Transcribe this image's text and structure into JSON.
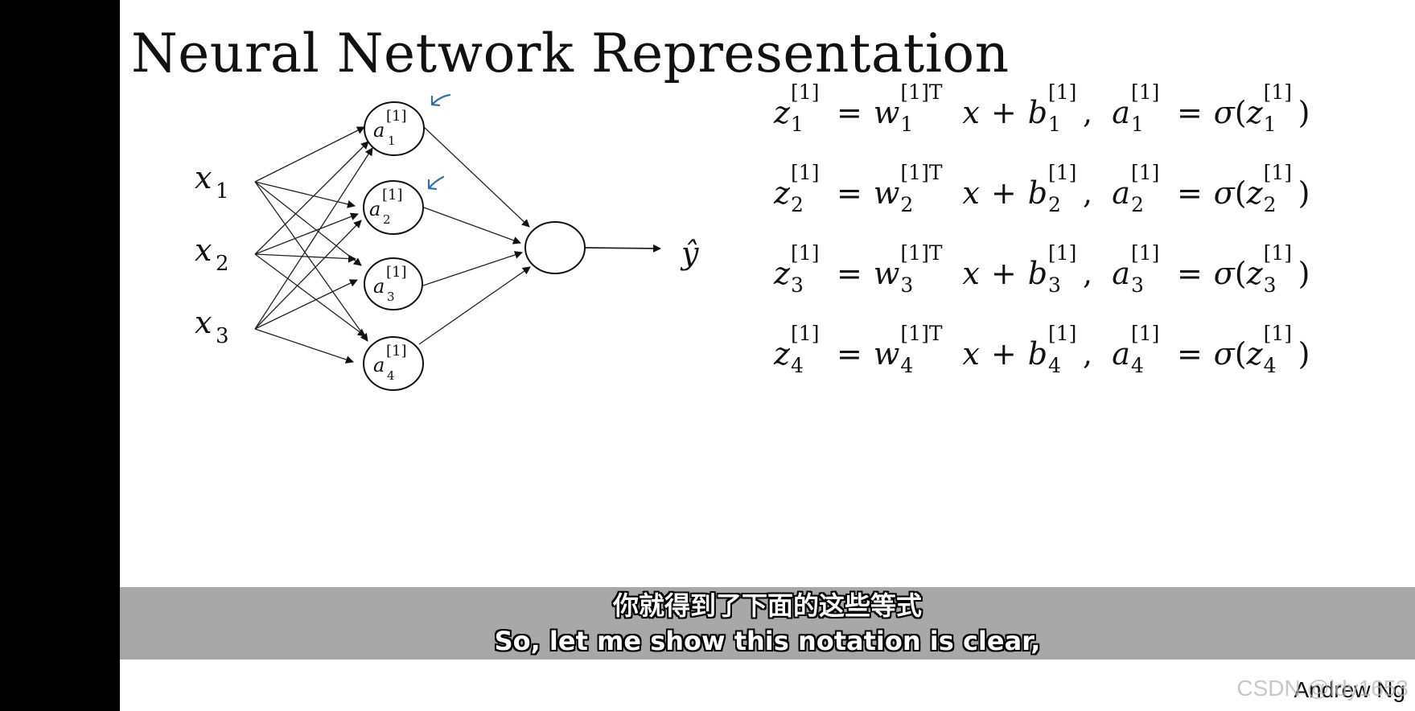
{
  "slide": {
    "title": "Neural Network Representation",
    "inputs": [
      "x",
      "x",
      "x"
    ],
    "input_subs": [
      "1",
      "2",
      "3"
    ],
    "hidden_nodes": [
      {
        "base": "a",
        "sup": "[1]",
        "sub": "1"
      },
      {
        "base": "a",
        "sup": "[1]",
        "sub": "2"
      },
      {
        "base": "a",
        "sup": "[1]",
        "sub": "3"
      },
      {
        "base": "a",
        "sup": "[1]",
        "sub": "4"
      }
    ],
    "output_label": "ŷ",
    "equations": [
      {
        "z": "z",
        "w": "w",
        "b": "b",
        "a": "a",
        "sigma": "σ",
        "sup": "[1]",
        "supT": "[1]T",
        "sub": "1",
        "eq": "=",
        "plus": "+",
        "x": "x",
        "comma": ",",
        "lp": "(",
        "rp": ")"
      },
      {
        "z": "z",
        "w": "w",
        "b": "b",
        "a": "a",
        "sigma": "σ",
        "sup": "[1]",
        "supT": "[1]T",
        "sub": "2",
        "eq": "=",
        "plus": "+",
        "x": "x",
        "comma": ",",
        "lp": "(",
        "rp": ")"
      },
      {
        "z": "z",
        "w": "w",
        "b": "b",
        "a": "a",
        "sigma": "σ",
        "sup": "[1]",
        "supT": "[1]T",
        "sub": "3",
        "eq": "=",
        "plus": "+",
        "x": "x",
        "comma": ",",
        "lp": "(",
        "rp": ")"
      },
      {
        "z": "z",
        "w": "w",
        "b": "b",
        "a": "a",
        "sigma": "σ",
        "sup": "[1]",
        "supT": "[1]T",
        "sub": "4",
        "eq": "=",
        "plus": "+",
        "x": "x",
        "comma": ",",
        "lp": "(",
        "rp": ")"
      }
    ],
    "author": "Andrew Ng"
  },
  "subtitles": {
    "chinese": "你就得到了下面的这些等式",
    "english": "So, let me show this notation is clear,"
  },
  "watermark": "CSDN @ldy1653",
  "colors": {
    "annotation": "#2f6fb0",
    "subtitle_bar": "#a8a8a8"
  }
}
